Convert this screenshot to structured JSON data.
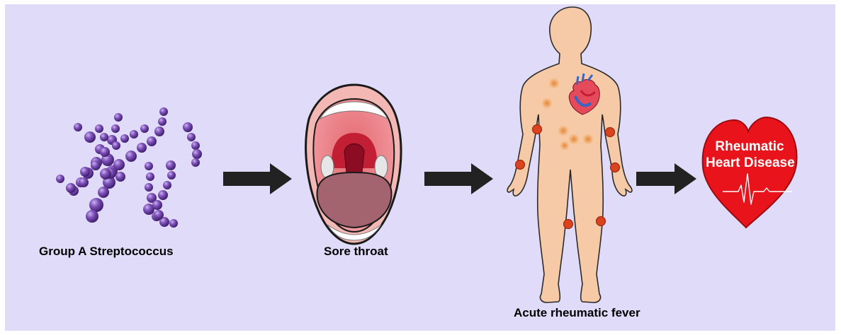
{
  "captions": {
    "bacteria": "Group A Streptococcus",
    "throat": "Sore throat",
    "fever": "Acute rheumatic fever"
  },
  "heart_label": {
    "line1": "Rheumatic",
    "line2": "Heart Disease"
  },
  "colors": {
    "panel_background": "#e1dbfa",
    "bacteria": "#7a4cb0",
    "arrow": "#222222",
    "skin": "#f6caa6",
    "joint_inflammation": "#d9431f",
    "heart": "#e8131b"
  }
}
